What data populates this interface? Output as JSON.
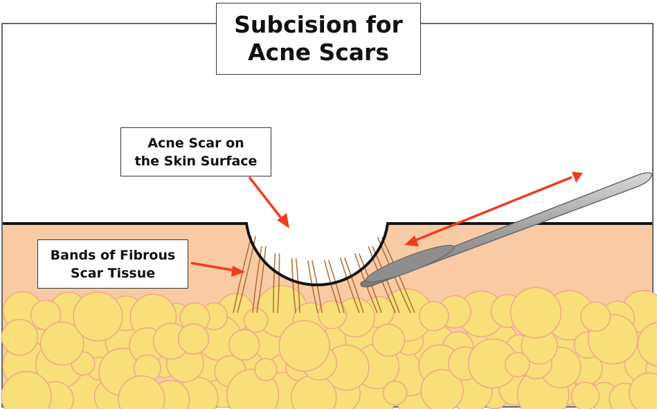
{
  "title": {
    "line1": "Subcision for",
    "line2": "Acne Scars"
  },
  "labels": {
    "scar_surface": {
      "line1": "Acne Scar on",
      "line2": "the Skin Surface"
    },
    "fibrous_bands": {
      "line1": "Bands of Fibrous",
      "line2": "Scar Tissue"
    }
  },
  "colors": {
    "skin": "#f9cba4",
    "fat": "#f9e07a",
    "fat_outline": "#f0a88a",
    "band": "#b07038",
    "arrow": "#f03c1e",
    "needle": "#9c9c9c"
  }
}
